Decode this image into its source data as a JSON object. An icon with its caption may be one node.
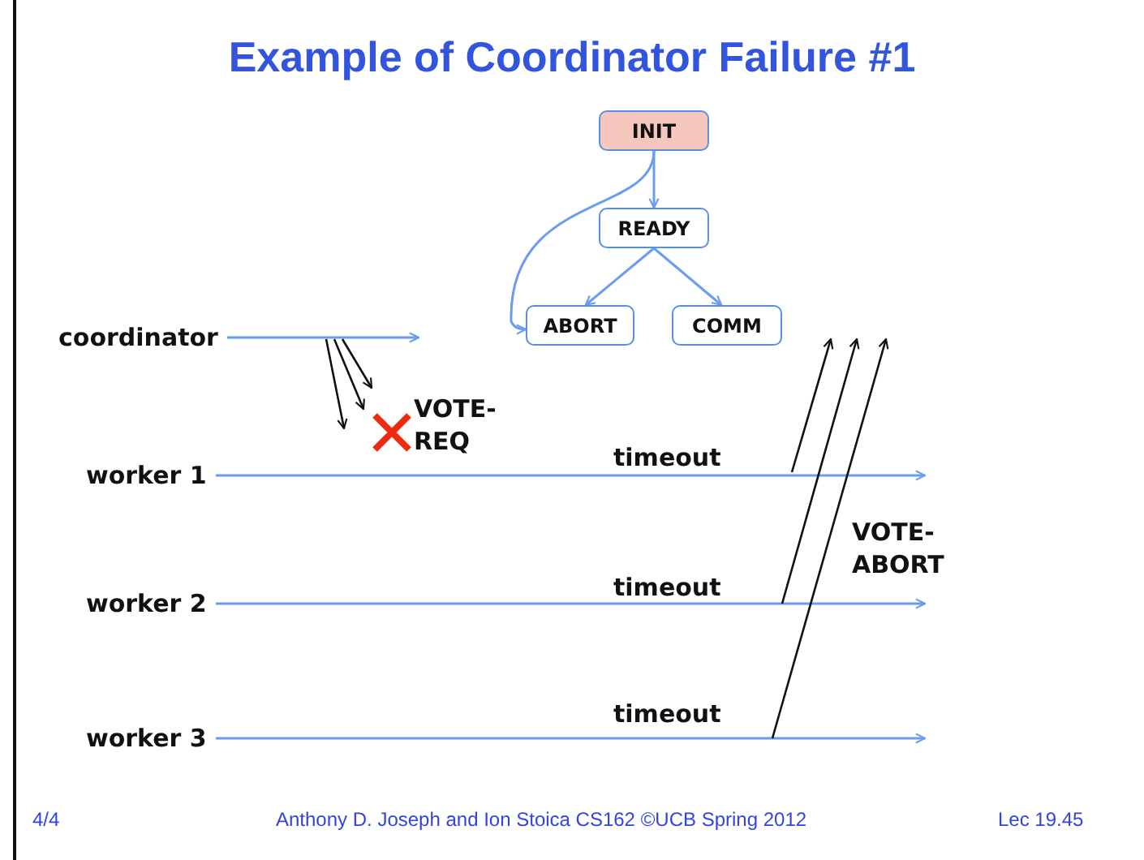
{
  "diagram": {
    "title": "Example of Coordinator Failure #1",
    "nodes": [
      {
        "text": [
          "INIT"
        ]
      },
      {
        "text": [
          "READY"
        ]
      },
      {
        "text": [
          "ABORT"
        ]
      },
      {
        "text": [
          "COMM"
        ]
      },
      {
        "text": [
          "coordinator"
        ]
      },
      {
        "text": [
          "worker 1"
        ]
      },
      {
        "text": [
          "worker 2"
        ]
      },
      {
        "text": [
          "worker 3"
        ]
      }
    ],
    "edges": [
      {
        "from": 0,
        "to": 1,
        "arrow": "to"
      },
      {
        "from": 0,
        "to": 2,
        "arrow": "to"
      },
      {
        "from": 1,
        "to": 2,
        "arrow": "to"
      },
      {
        "from": 1,
        "to": 3,
        "arrow": "to"
      },
      {
        "from": 4,
        "to": null,
        "arrow": "to"
      },
      {
        "from": 5,
        "to": null,
        "arrow": "to"
      },
      {
        "from": 6,
        "to": null,
        "arrow": "to"
      },
      {
        "from": 7,
        "to": null,
        "arrow": "to"
      }
    ],
    "labels": [
      "VOTE-REQ",
      "timeout",
      "VOTE-ABORT",
      "timeout",
      "timeout",
      "4/4",
      "Anthony D. Joseph and Ion Stoica CS162 ©UCB Spring 2012",
      "Lec 19.45"
    ]
  }
}
